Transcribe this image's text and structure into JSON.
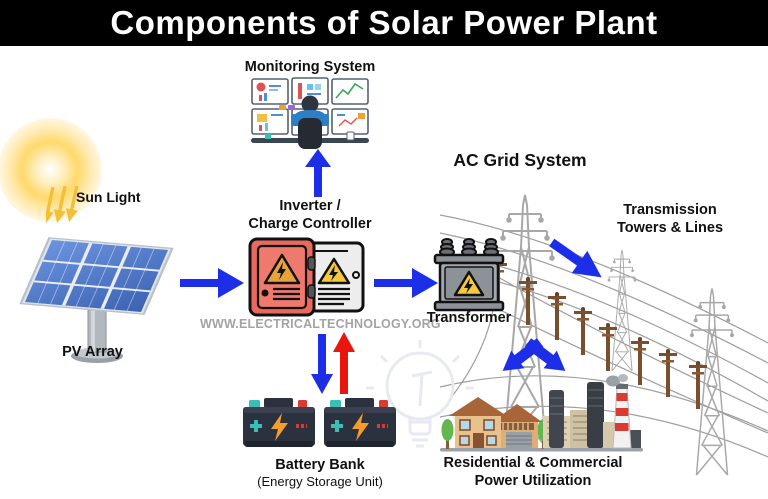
{
  "title": "Components of Solar Power Plant",
  "watermark": "WWW.ELECTRICALTECHNOLOGY.ORG",
  "nodes": {
    "monitoring": {
      "label": "Monitoring System"
    },
    "sun": {
      "label": "Sun Light"
    },
    "pv": {
      "label": "PV Array"
    },
    "inverter": {
      "label_line1": "Inverter /",
      "label_line2": "Charge Controller"
    },
    "grid": {
      "label": "AC Grid System"
    },
    "transformer": {
      "label": "Transformer"
    },
    "transmission": {
      "label_line1": "Transmission",
      "label_line2": "Towers & Lines"
    },
    "battery": {
      "label_line1": "Battery Bank",
      "label_line2": "(Energy Storage Unit)"
    },
    "consumers": {
      "label_line1": "Residential & Commercial",
      "label_line2": "Power Utilization"
    }
  },
  "colors": {
    "arrow_blue": "#1c2ee8",
    "arrow_red": "#ea150c",
    "sun_yellow": "#f2bf36",
    "title_bg": "#000000",
    "title_fg": "#ffffff",
    "watermark_gray": "#a3a3a3",
    "panel_blue": "#4a74c8"
  }
}
